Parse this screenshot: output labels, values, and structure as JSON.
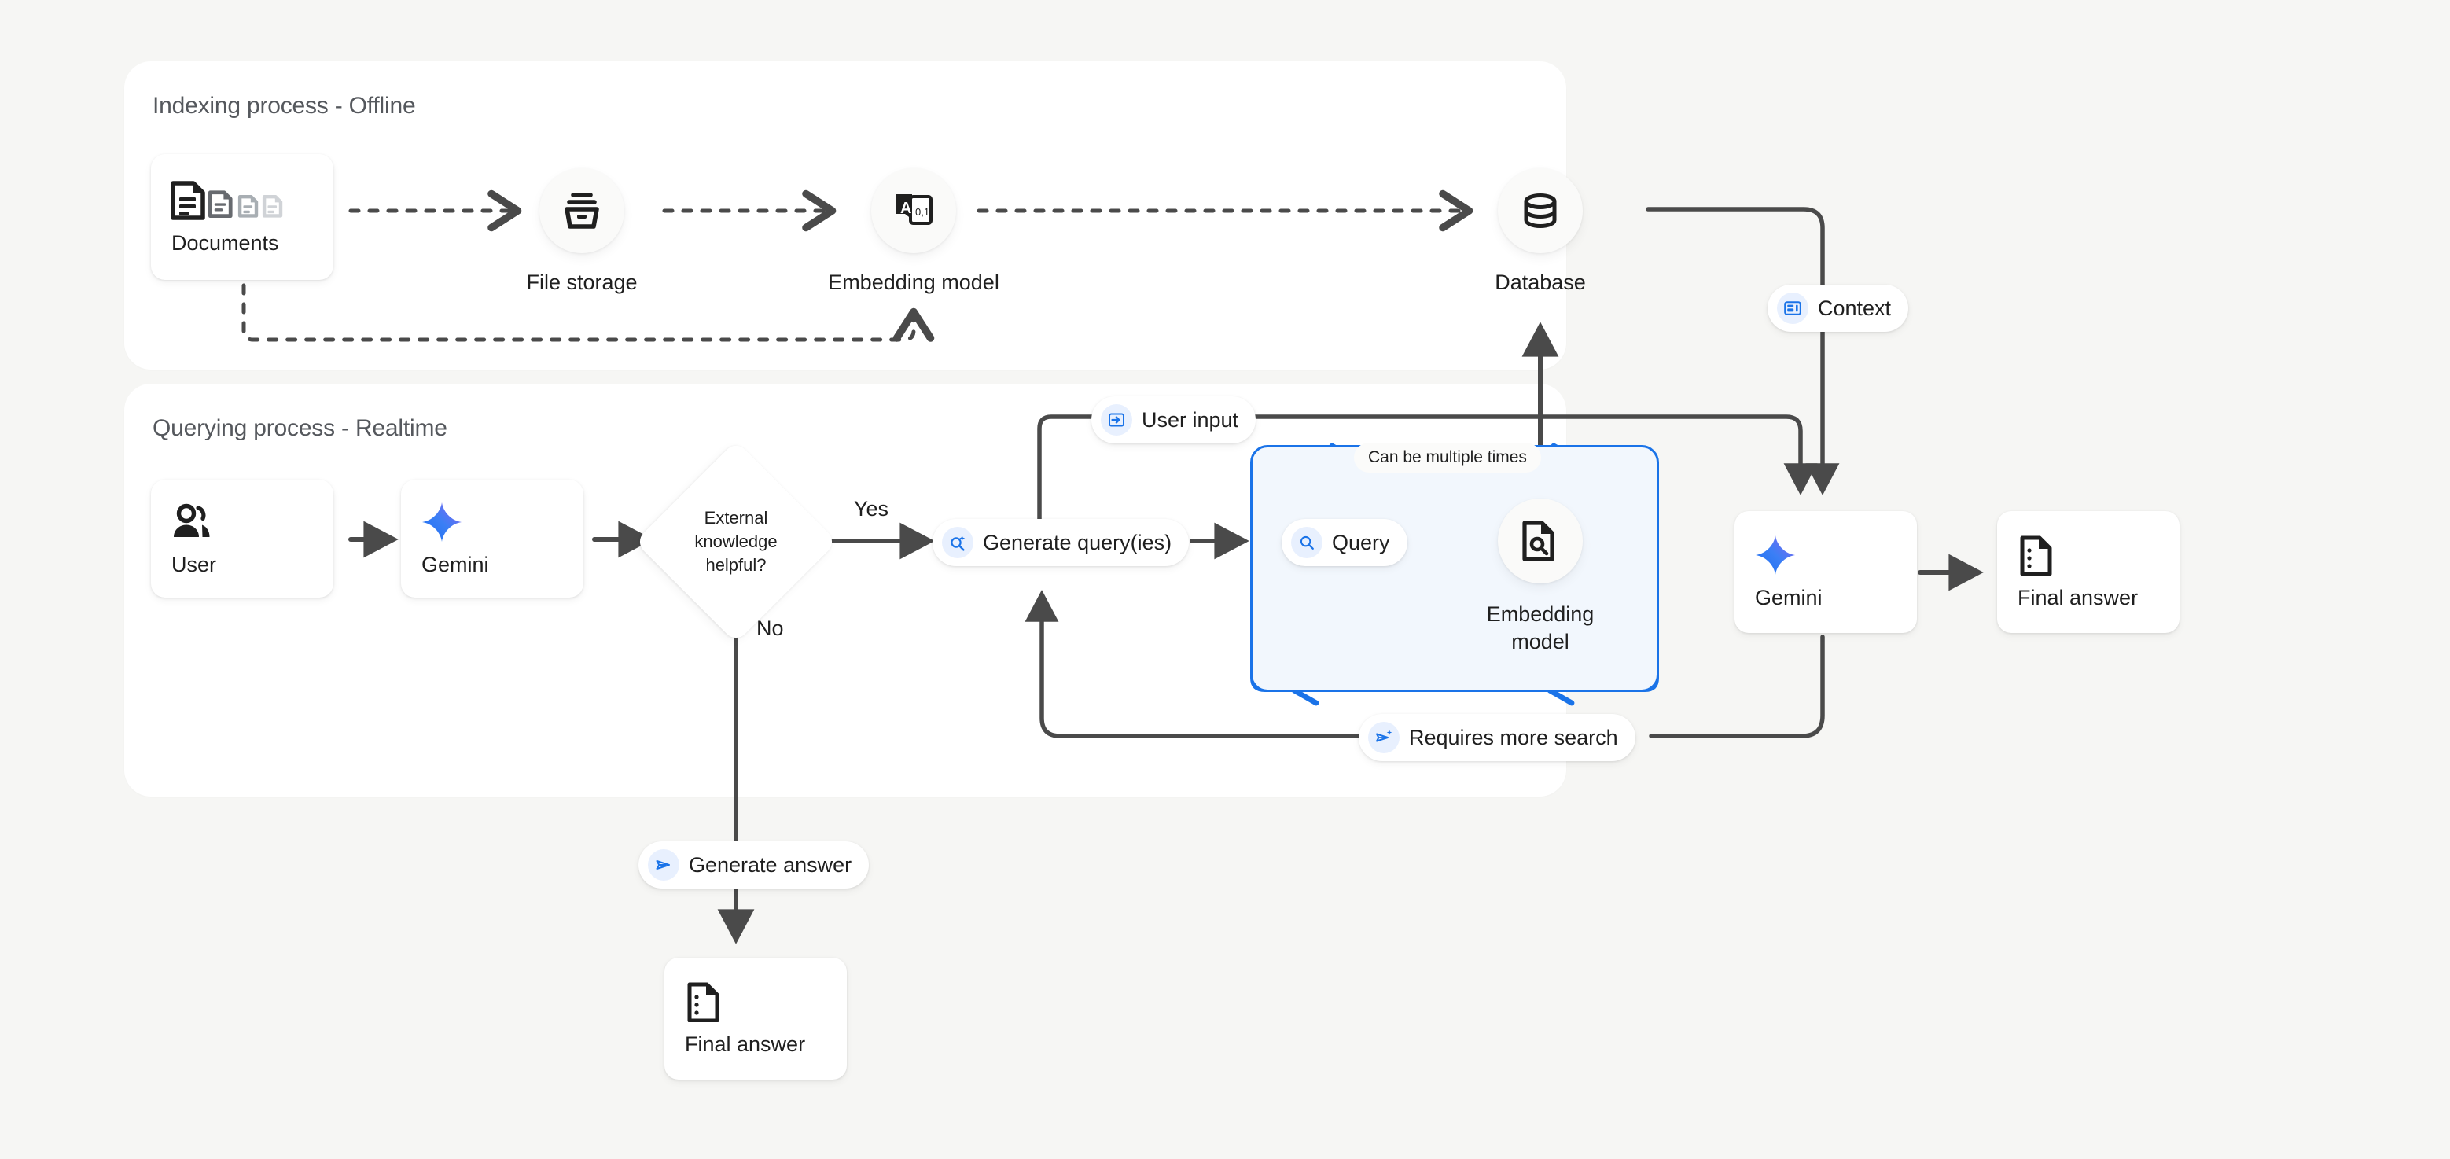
{
  "page": {
    "background_color": "#f6f6f4",
    "accent_blue": "#1a73e8",
    "line_color": "#4a4a4a"
  },
  "panels": [
    {
      "id": "indexing",
      "title": "Indexing process - Offline"
    },
    {
      "id": "querying",
      "title": "Querying process - Realtime"
    }
  ],
  "indexing": {
    "documents": {
      "label": "Documents",
      "icon": "documents-icon"
    },
    "file_storage": {
      "label": "File storage",
      "icon": "file-storage-icon"
    },
    "embedding_model": {
      "label": "Embedding model",
      "icon": "embedding-model-icon"
    },
    "database": {
      "label": "Database",
      "icon": "database-icon"
    }
  },
  "querying": {
    "user": {
      "label": "User",
      "icon": "user-group-icon"
    },
    "gemini": {
      "label": "Gemini",
      "icon": "gemini-sparkle-icon"
    },
    "decision": {
      "line1": "External",
      "line2": "knowledge",
      "line3": "helpful?"
    },
    "branch_yes": "Yes",
    "branch_no": "No",
    "generate_queries": {
      "label": "Generate query(ies)",
      "icon": "search-sparkle-icon"
    },
    "user_input": {
      "label": "User input",
      "icon": "input-arrow-icon"
    },
    "loop": {
      "note": "Can be multiple times",
      "query": {
        "label": "Query",
        "icon": "magnifier-icon"
      },
      "embedding_model": {
        "line1": "Embedding",
        "line2": "model",
        "icon": "document-search-icon"
      }
    },
    "requires_more_search": {
      "label": "Requires more search",
      "icon": "send-sparkle-icon"
    },
    "context": {
      "label": "Context",
      "icon": "context-panel-icon"
    },
    "final_gemini": {
      "label": "Gemini",
      "icon": "gemini-sparkle-icon"
    },
    "final_answer_right": {
      "label": "Final answer",
      "icon": "final-answer-icon"
    },
    "generate_answer": {
      "label": "Generate answer",
      "icon": "send-icon"
    },
    "final_answer_bottom": {
      "label": "Final answer",
      "icon": "final-answer-icon"
    }
  }
}
